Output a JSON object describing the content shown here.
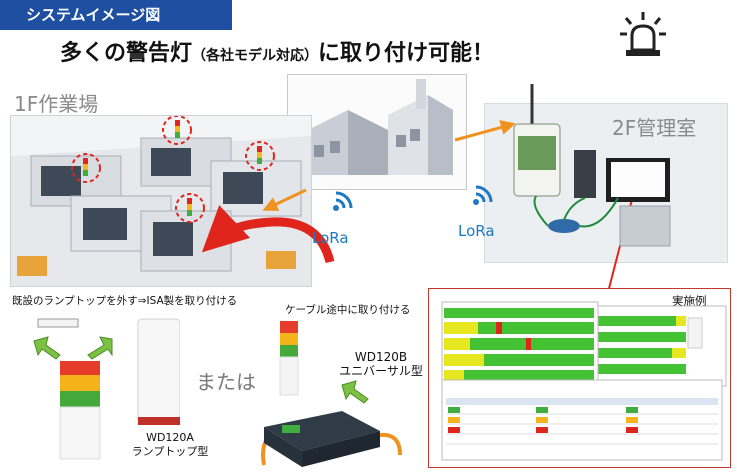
{
  "header": {
    "banner": "システムイメージ図",
    "title_main": "多くの警告灯",
    "title_paren": "（各社モデル対応）",
    "title_tail": "に取り付け可能！"
  },
  "zones": {
    "floor1": "1F作業場",
    "floor2": "2F管理室"
  },
  "wireless": {
    "left": "LoRa",
    "right": "LoRa"
  },
  "notes": {
    "existing_lamp": "既設のランプトップを外す⇒ISA製を取り付ける",
    "cable": "ケーブル途中に取り付ける"
  },
  "products": {
    "wd120a_line1": "WD120A",
    "wd120a_line2": "ランプトップ型",
    "wd120b_line1": "WD120B",
    "wd120b_line2": "ユニバーサル型",
    "or": "または"
  },
  "example": {
    "label": "実施例"
  },
  "colors": {
    "banner": "#1f4fa1",
    "lora": "#1d78c6",
    "arrow_orange": "#f0921e",
    "arrow_red": "#e0261c",
    "arrow_green": "#7cc242",
    "example_border": "#c0392b"
  }
}
